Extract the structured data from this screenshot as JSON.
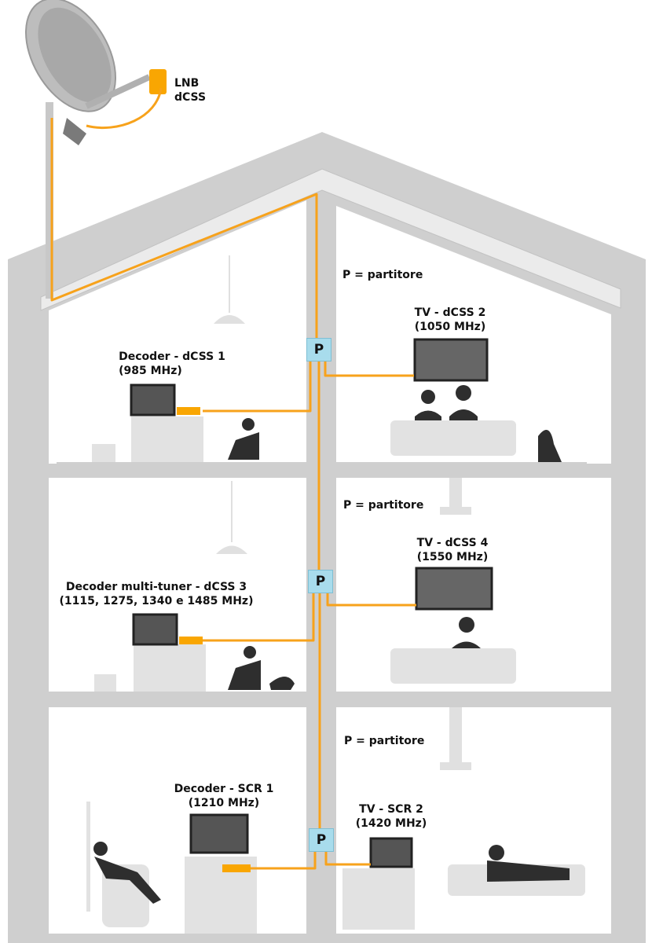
{
  "lnb": {
    "line1": "LNB",
    "line2": "dCSS"
  },
  "splitter": {
    "symbol": "P",
    "legend": "P = partitore"
  },
  "floor1": {
    "left": {
      "name": "Decoder - dCSS 1",
      "freq": "(985 MHz)"
    },
    "right": {
      "name": "TV - dCSS 2",
      "freq": "(1050 MHz)"
    }
  },
  "floor2": {
    "left": {
      "name": "Decoder multi-tuner - dCSS 3",
      "freq": "(1115, 1275, 1340 e 1485 MHz)"
    },
    "right": {
      "name": "TV - dCSS 4",
      "freq": "(1550 MHz)"
    }
  },
  "floor3": {
    "left": {
      "name": "Decoder - SCR 1",
      "freq": "(1210 MHz)"
    },
    "right": {
      "name": "TV - SCR 2",
      "freq": "(1420 MHz)"
    }
  },
  "colors": {
    "cable": "#f7a21b",
    "lnb": "#f9a602",
    "house": "#cfcfcf",
    "furniture": "#e2e2e2",
    "splitter": "#a8dcec",
    "people": "#2e2e2e"
  }
}
